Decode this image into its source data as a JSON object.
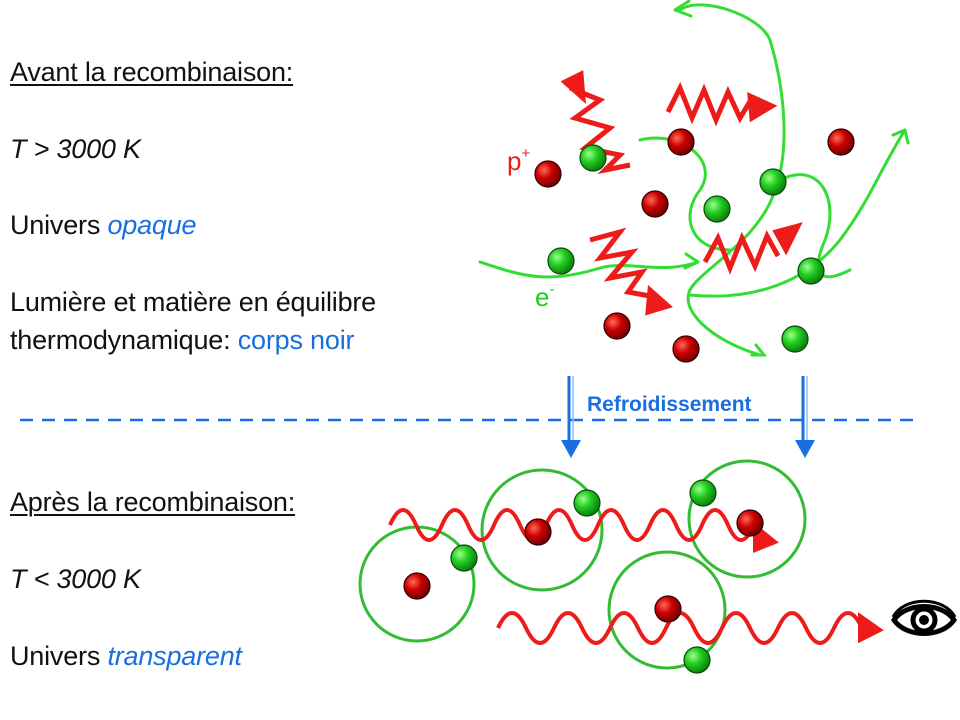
{
  "before": {
    "heading": "Avant la recombinaison:",
    "temperature": "T > 3000 K",
    "state_prefix": "Univers ",
    "state_value": "opaque",
    "eq_line1": "Lumière et matière en équilibre",
    "eq_line2_prefix": "thermodynamique: ",
    "eq_line2_value": "corps noir"
  },
  "after": {
    "heading": "Après la recombinaison:",
    "temperature": "T < 3000 K",
    "state_prefix": "Univers ",
    "state_value": "transparent"
  },
  "labels": {
    "proton": "p",
    "proton_charge": "+",
    "electron": "e",
    "electron_charge": "-",
    "cooling": "Refroidissement"
  },
  "colors": {
    "accent_blue": "#1a6fe0",
    "photon_red": "#ee1b1b",
    "electron_green": "#22cc22",
    "proton_dark_red": "#cc0000"
  },
  "icons": [
    "eye-icon"
  ]
}
